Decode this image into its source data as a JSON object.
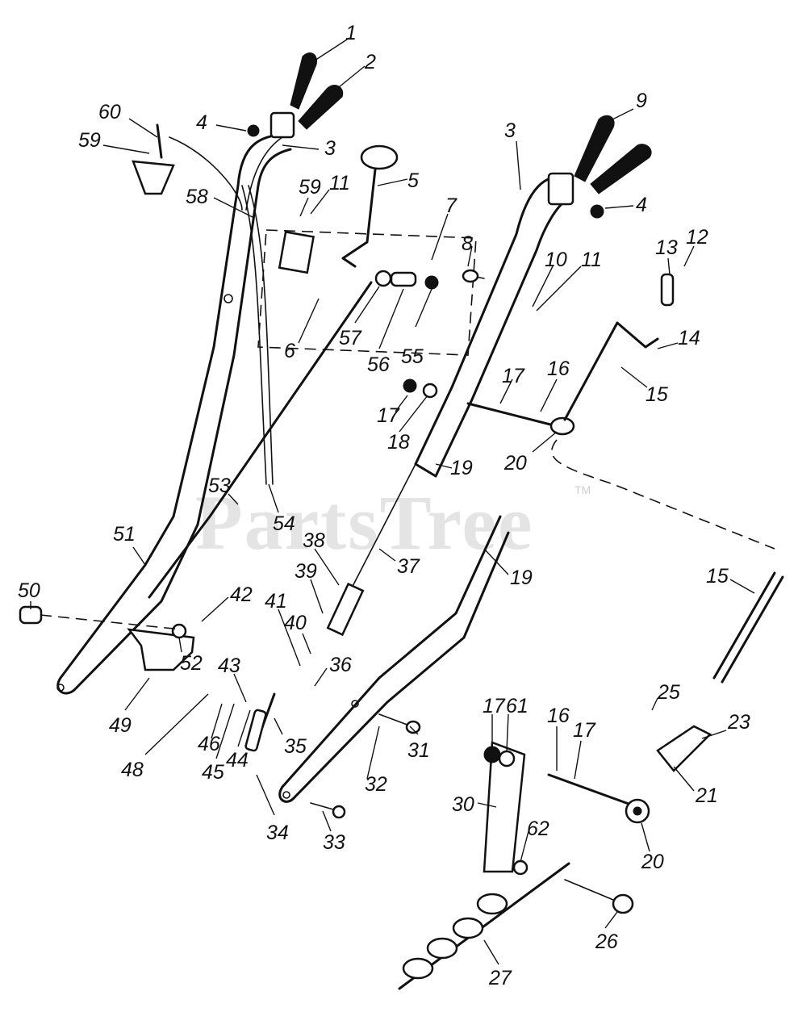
{
  "watermark": {
    "text": "PartsTree",
    "trademark": "TM"
  },
  "callouts": [
    {
      "id": "c1",
      "label": "1"
    },
    {
      "id": "c2",
      "label": "2"
    },
    {
      "id": "c3a",
      "label": "3"
    },
    {
      "id": "c3b",
      "label": "3"
    },
    {
      "id": "c4a",
      "label": "4"
    },
    {
      "id": "c4b",
      "label": "4"
    },
    {
      "id": "c5",
      "label": "5"
    },
    {
      "id": "c6",
      "label": "6"
    },
    {
      "id": "c7",
      "label": "7"
    },
    {
      "id": "c8",
      "label": "8"
    },
    {
      "id": "c9",
      "label": "9"
    },
    {
      "id": "c10",
      "label": "10"
    },
    {
      "id": "c11a",
      "label": "11"
    },
    {
      "id": "c11b",
      "label": "11"
    },
    {
      "id": "c12",
      "label": "12"
    },
    {
      "id": "c13",
      "label": "13"
    },
    {
      "id": "c14",
      "label": "14"
    },
    {
      "id": "c15a",
      "label": "15"
    },
    {
      "id": "c15b",
      "label": "15"
    },
    {
      "id": "c16a",
      "label": "16"
    },
    {
      "id": "c16b",
      "label": "16"
    },
    {
      "id": "c17a",
      "label": "17"
    },
    {
      "id": "c17b",
      "label": "17"
    },
    {
      "id": "c17c",
      "label": "17"
    },
    {
      "id": "c17d",
      "label": "17"
    },
    {
      "id": "c18",
      "label": "18"
    },
    {
      "id": "c19a",
      "label": "19"
    },
    {
      "id": "c19b",
      "label": "19"
    },
    {
      "id": "c20a",
      "label": "20"
    },
    {
      "id": "c20b",
      "label": "20"
    },
    {
      "id": "c21",
      "label": "21"
    },
    {
      "id": "c23",
      "label": "23"
    },
    {
      "id": "c25",
      "label": "25"
    },
    {
      "id": "c26",
      "label": "26"
    },
    {
      "id": "c27",
      "label": "27"
    },
    {
      "id": "c30",
      "label": "30"
    },
    {
      "id": "c31",
      "label": "31"
    },
    {
      "id": "c32",
      "label": "32"
    },
    {
      "id": "c33",
      "label": "33"
    },
    {
      "id": "c34",
      "label": "34"
    },
    {
      "id": "c35",
      "label": "35"
    },
    {
      "id": "c36",
      "label": "36"
    },
    {
      "id": "c37",
      "label": "37"
    },
    {
      "id": "c38",
      "label": "38"
    },
    {
      "id": "c39",
      "label": "39"
    },
    {
      "id": "c40",
      "label": "40"
    },
    {
      "id": "c41",
      "label": "41"
    },
    {
      "id": "c42",
      "label": "42"
    },
    {
      "id": "c43",
      "label": "43"
    },
    {
      "id": "c44",
      "label": "44"
    },
    {
      "id": "c45",
      "label": "45"
    },
    {
      "id": "c46",
      "label": "46"
    },
    {
      "id": "c48",
      "label": "48"
    },
    {
      "id": "c49",
      "label": "49"
    },
    {
      "id": "c50",
      "label": "50"
    },
    {
      "id": "c51",
      "label": "51"
    },
    {
      "id": "c52",
      "label": "52"
    },
    {
      "id": "c53",
      "label": "53"
    },
    {
      "id": "c54",
      "label": "54"
    },
    {
      "id": "c55",
      "label": "55"
    },
    {
      "id": "c56",
      "label": "56"
    },
    {
      "id": "c57",
      "label": "57"
    },
    {
      "id": "c58",
      "label": "58"
    },
    {
      "id": "c59a",
      "label": "59"
    },
    {
      "id": "c59b",
      "label": "59"
    },
    {
      "id": "c60",
      "label": "60"
    },
    {
      "id": "c61",
      "label": "61"
    },
    {
      "id": "c62",
      "label": "62"
    }
  ]
}
